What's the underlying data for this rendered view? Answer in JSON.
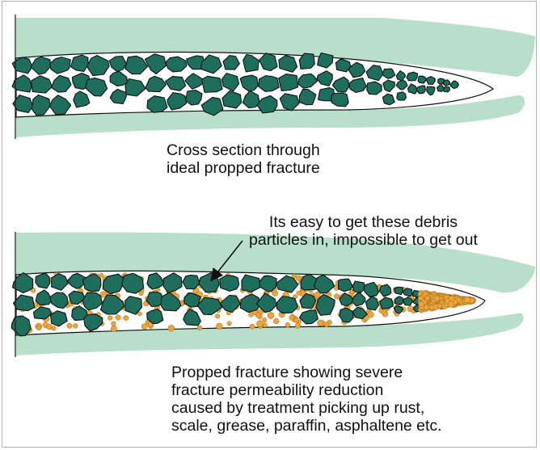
{
  "colors": {
    "formation": "#b7dfc9",
    "proppant": "#1e6e5e",
    "proppant_outline": "#111111",
    "debris": "#eda43a",
    "debris_outline": "#9a6a1c",
    "fracture_channel": "#ffffff",
    "frame_border": "#a8b3bd",
    "text": "#111111"
  },
  "top_panel": {
    "caption_lines": [
      "Cross section through",
      "ideal propped fracture"
    ]
  },
  "bottom_panel": {
    "annotation_lines": [
      "Its easy to get these debris",
      "particles in, impossible to get out"
    ],
    "caption_lines": [
      "Propped fracture showing severe",
      "fracture permeability reduction",
      "caused by treatment picking up rust,",
      "scale, grease, paraffin, asphaltene etc."
    ]
  },
  "icons": [
    "proppant-grain-icon",
    "debris-particle-icon",
    "annotation-arrow-icon"
  ]
}
